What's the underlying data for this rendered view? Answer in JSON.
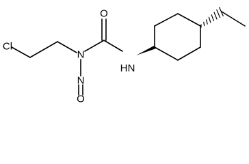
{
  "molecule": {
    "atoms": {
      "chlorine": "Cl",
      "nitrogen_amide": "N",
      "oxygen_carbonyl": "O",
      "nitrogen_amine": "N",
      "hydrogen_amine": "H",
      "nitrogen_nitroso": "N",
      "oxygen_nitroso": "O"
    }
  }
}
